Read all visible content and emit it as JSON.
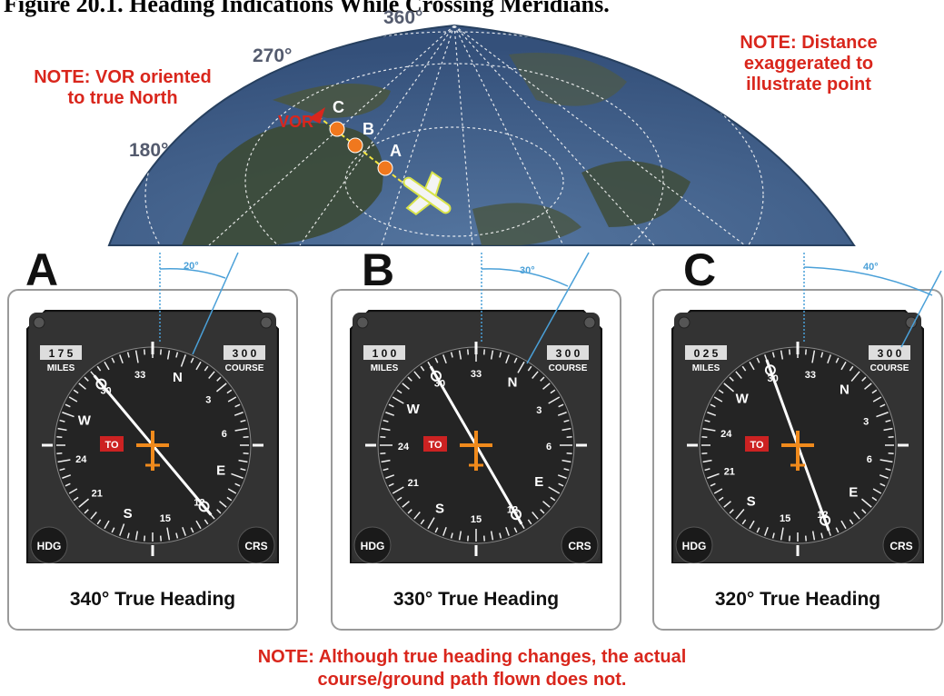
{
  "figure": {
    "caption": "Figure 20.1. Heading Indications While Crossing Meridians.",
    "degrees": {
      "d360": "360°",
      "d270": "270°",
      "d180": "180°"
    },
    "note_vor": [
      "NOTE: VOR oriented",
      "to true North"
    ],
    "note_distance": [
      "NOTE: Distance",
      "exaggerated to",
      "illustrate point"
    ],
    "vor_label": "VOR",
    "points": [
      "C",
      "B",
      "A"
    ],
    "bottom_note": [
      "NOTE: Although true heading changes, the actual",
      "course/ground path flown does not."
    ]
  },
  "panels": [
    {
      "letter": "A",
      "angle_label": "20°",
      "distance": "1 7 5",
      "miles_label": "MILES",
      "course": "3 0 0",
      "course_label": "COURSE",
      "to_flag": "TO",
      "hdg_label": "HDG",
      "crs_label": "CRS",
      "heading_value": 340,
      "caption": "340° True Heading"
    },
    {
      "letter": "B",
      "angle_label": "30°",
      "distance": "1 0 0",
      "miles_label": "MILES",
      "course": "3 0 0",
      "course_label": "COURSE",
      "to_flag": "TO",
      "hdg_label": "HDG",
      "crs_label": "CRS",
      "heading_value": 330,
      "caption": "330° True Heading"
    },
    {
      "letter": "C",
      "angle_label": "40°",
      "distance": "0 2 5",
      "miles_label": "MILES",
      "course": "3 0 0",
      "course_label": "COURSE",
      "to_flag": "TO",
      "hdg_label": "HDG",
      "crs_label": "CRS",
      "heading_value": 320,
      "caption": "320° True Heading"
    }
  ],
  "colors": {
    "note_red": "#d9261c",
    "instrument_face": "#2b2b2b",
    "needle_white": "#ffffff",
    "airplane_orange": "#f08a1c",
    "to_flag_red": "#cc2222",
    "angle_blue": "#4aa0d8",
    "globe_blue": "#3d5f8f",
    "point_orange": "#f0781e"
  }
}
